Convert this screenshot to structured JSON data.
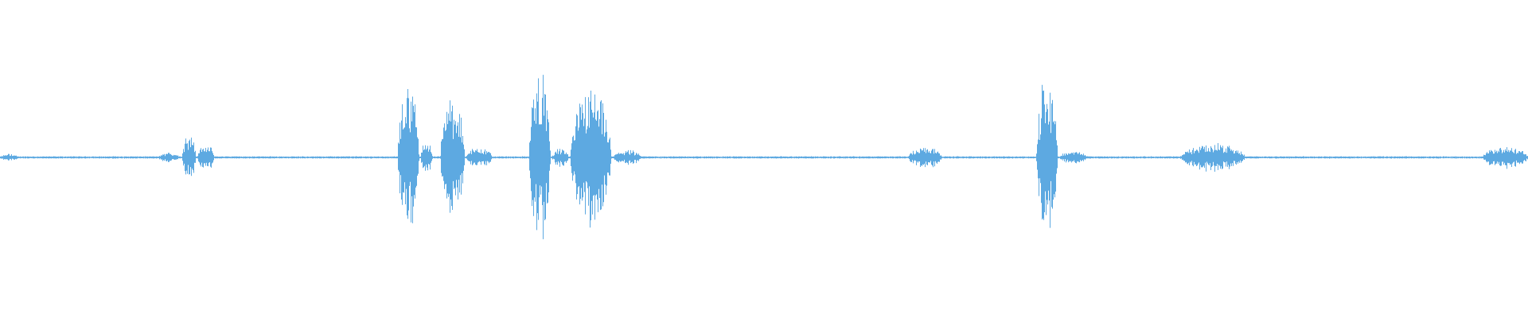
{
  "waveform": {
    "color": "#5DA9E1",
    "background": "#ffffff",
    "baseline_level": 0.012,
    "bursts": [
      {
        "start": 0.0,
        "end": 0.012,
        "peak": 0.04
      },
      {
        "start": 0.07,
        "end": 0.078,
        "peak": 0.015
      },
      {
        "start": 0.103,
        "end": 0.118,
        "peak": 0.05
      },
      {
        "start": 0.119,
        "end": 0.128,
        "peak": 0.28
      },
      {
        "start": 0.129,
        "end": 0.14,
        "peak": 0.15
      },
      {
        "start": 0.26,
        "end": 0.274,
        "peak": 0.85
      },
      {
        "start": 0.275,
        "end": 0.283,
        "peak": 0.2
      },
      {
        "start": 0.288,
        "end": 0.304,
        "peak": 0.65
      },
      {
        "start": 0.305,
        "end": 0.322,
        "peak": 0.12
      },
      {
        "start": 0.346,
        "end": 0.36,
        "peak": 1.0
      },
      {
        "start": 0.361,
        "end": 0.372,
        "peak": 0.1
      },
      {
        "start": 0.373,
        "end": 0.4,
        "peak": 0.78
      },
      {
        "start": 0.401,
        "end": 0.42,
        "peak": 0.08
      },
      {
        "start": 0.594,
        "end": 0.616,
        "peak": 0.13
      },
      {
        "start": 0.678,
        "end": 0.692,
        "peak": 0.95
      },
      {
        "start": 0.693,
        "end": 0.712,
        "peak": 0.07
      },
      {
        "start": 0.772,
        "end": 0.815,
        "peak": 0.16
      },
      {
        "start": 0.97,
        "end": 1.0,
        "peak": 0.13
      }
    ]
  }
}
